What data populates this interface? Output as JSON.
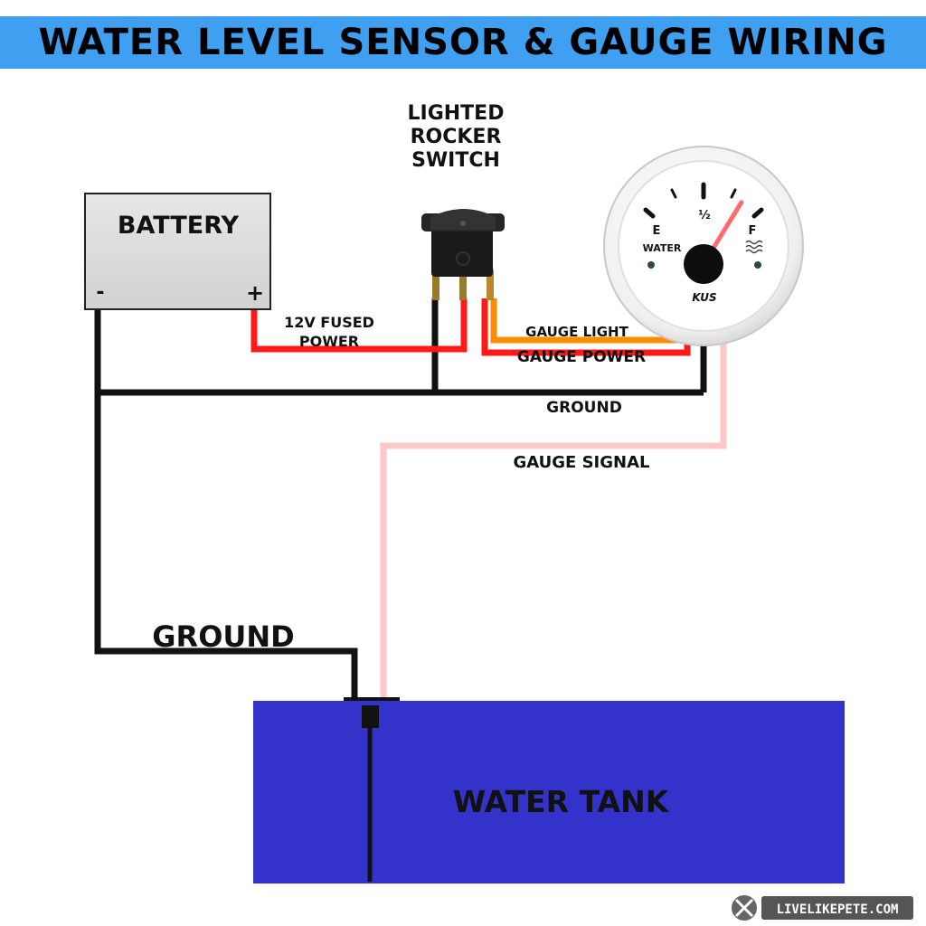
{
  "title": "WATER LEVEL SENSOR & GAUGE WIRING",
  "battery": {
    "label": "BATTERY",
    "neg": "-",
    "pos": "+"
  },
  "switch": {
    "label_lines": [
      "LIGHTED",
      "ROCKER",
      "SWITCH"
    ]
  },
  "gauge": {
    "mark_e": "E",
    "mark_half": "½",
    "mark_f": "F",
    "name": "WATER",
    "brand": "KUS",
    "level_fraction": 0.85
  },
  "wires": {
    "fused_power": [
      "12V  FUSED",
      "POWER"
    ],
    "gauge_light": "GAUGE  LIGHT",
    "gauge_power": "GAUGE  POWER",
    "ground": "GROUND",
    "gauge_signal": "GAUGE  SIGNAL",
    "tank_ground": "GROUND"
  },
  "tank": {
    "label": "WATER  TANK"
  },
  "watermark": "LIVELIKEPETE.COM",
  "colors": {
    "title_bar": "#3f9ff0",
    "tank": "#3333cc",
    "power_wire": "#ff1a1a",
    "light_wire": "#ff8c00",
    "ground_wire": "#111111",
    "signal_wire": "#ffc8c8",
    "needle": "#ff6a6a"
  }
}
